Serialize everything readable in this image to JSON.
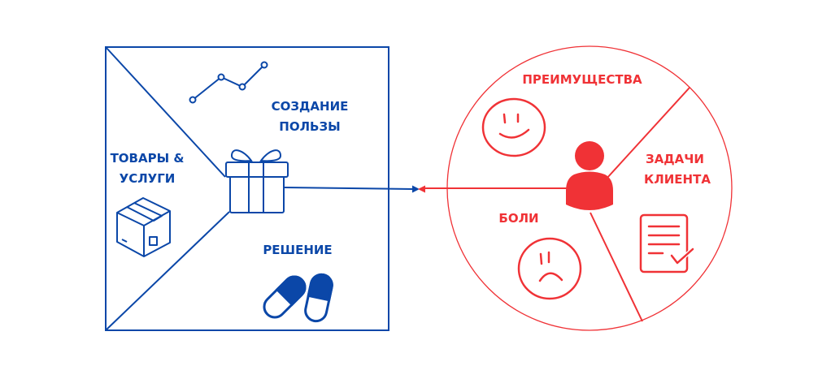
{
  "colors": {
    "product": "#0b47a8",
    "customer": "#f03236"
  },
  "product_map": {
    "gain_creators": [
      "СОЗДАНИЕ",
      "ПОЛЬЗЫ"
    ],
    "products_services": [
      "ТОВАРЫ &",
      "УСЛУГИ"
    ],
    "pain_relievers": "РЕШЕНИЕ",
    "icons": [
      "line-chart-icon",
      "gift-icon",
      "box-icon",
      "pills-icon"
    ]
  },
  "customer_profile": {
    "gains": "ПРЕИМУЩЕСТВА",
    "jobs": [
      "ЗАДАЧИ",
      "КЛИЕНТА"
    ],
    "pains": "БОЛИ",
    "icons": [
      "smile-icon",
      "person-icon",
      "checklist-icon",
      "sad-icon"
    ]
  }
}
